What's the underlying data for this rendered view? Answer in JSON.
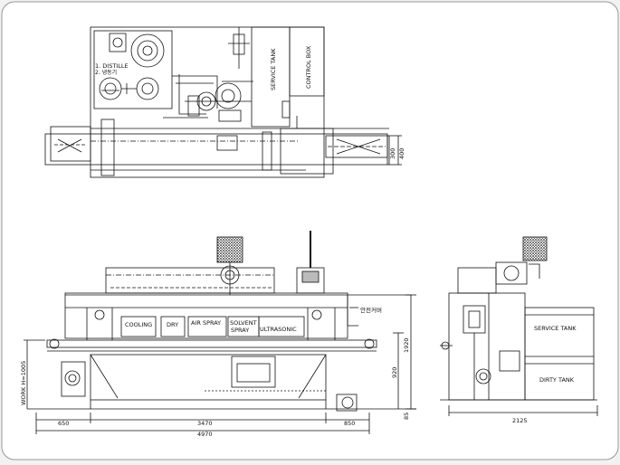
{
  "colors": {
    "background": "#f2f2f2",
    "sheet": "#ffffff",
    "line": "#111111",
    "hatch": "#444444"
  },
  "top_view": {
    "legend_1": "1. DISTILLE",
    "legend_2": "2. 냉동기",
    "service_tank": "SERVICE TANK",
    "control_box": "CONTROL BOX",
    "dim_300": "300",
    "dim_400": "400"
  },
  "front_view": {
    "cooling": "COOLING",
    "dry": "DRY",
    "air_spray": "AIR SPRAY",
    "solvent": "SOLVENT",
    "spray": "SPRAY",
    "ultrasonic": "ULTRASONIC",
    "cover": "안전커버",
    "work_height": "WORK H=1005",
    "dim_650": "650",
    "dim_3470": "3470",
    "dim_850": "850",
    "dim_4970": "4970",
    "dim_1920": "1920",
    "dim_920": "920",
    "dim_85": "85"
  },
  "side_view": {
    "service_tank": "SERVICE TANK",
    "dirty_tank": "DIRTY TANK",
    "dim_2125": "2125"
  }
}
